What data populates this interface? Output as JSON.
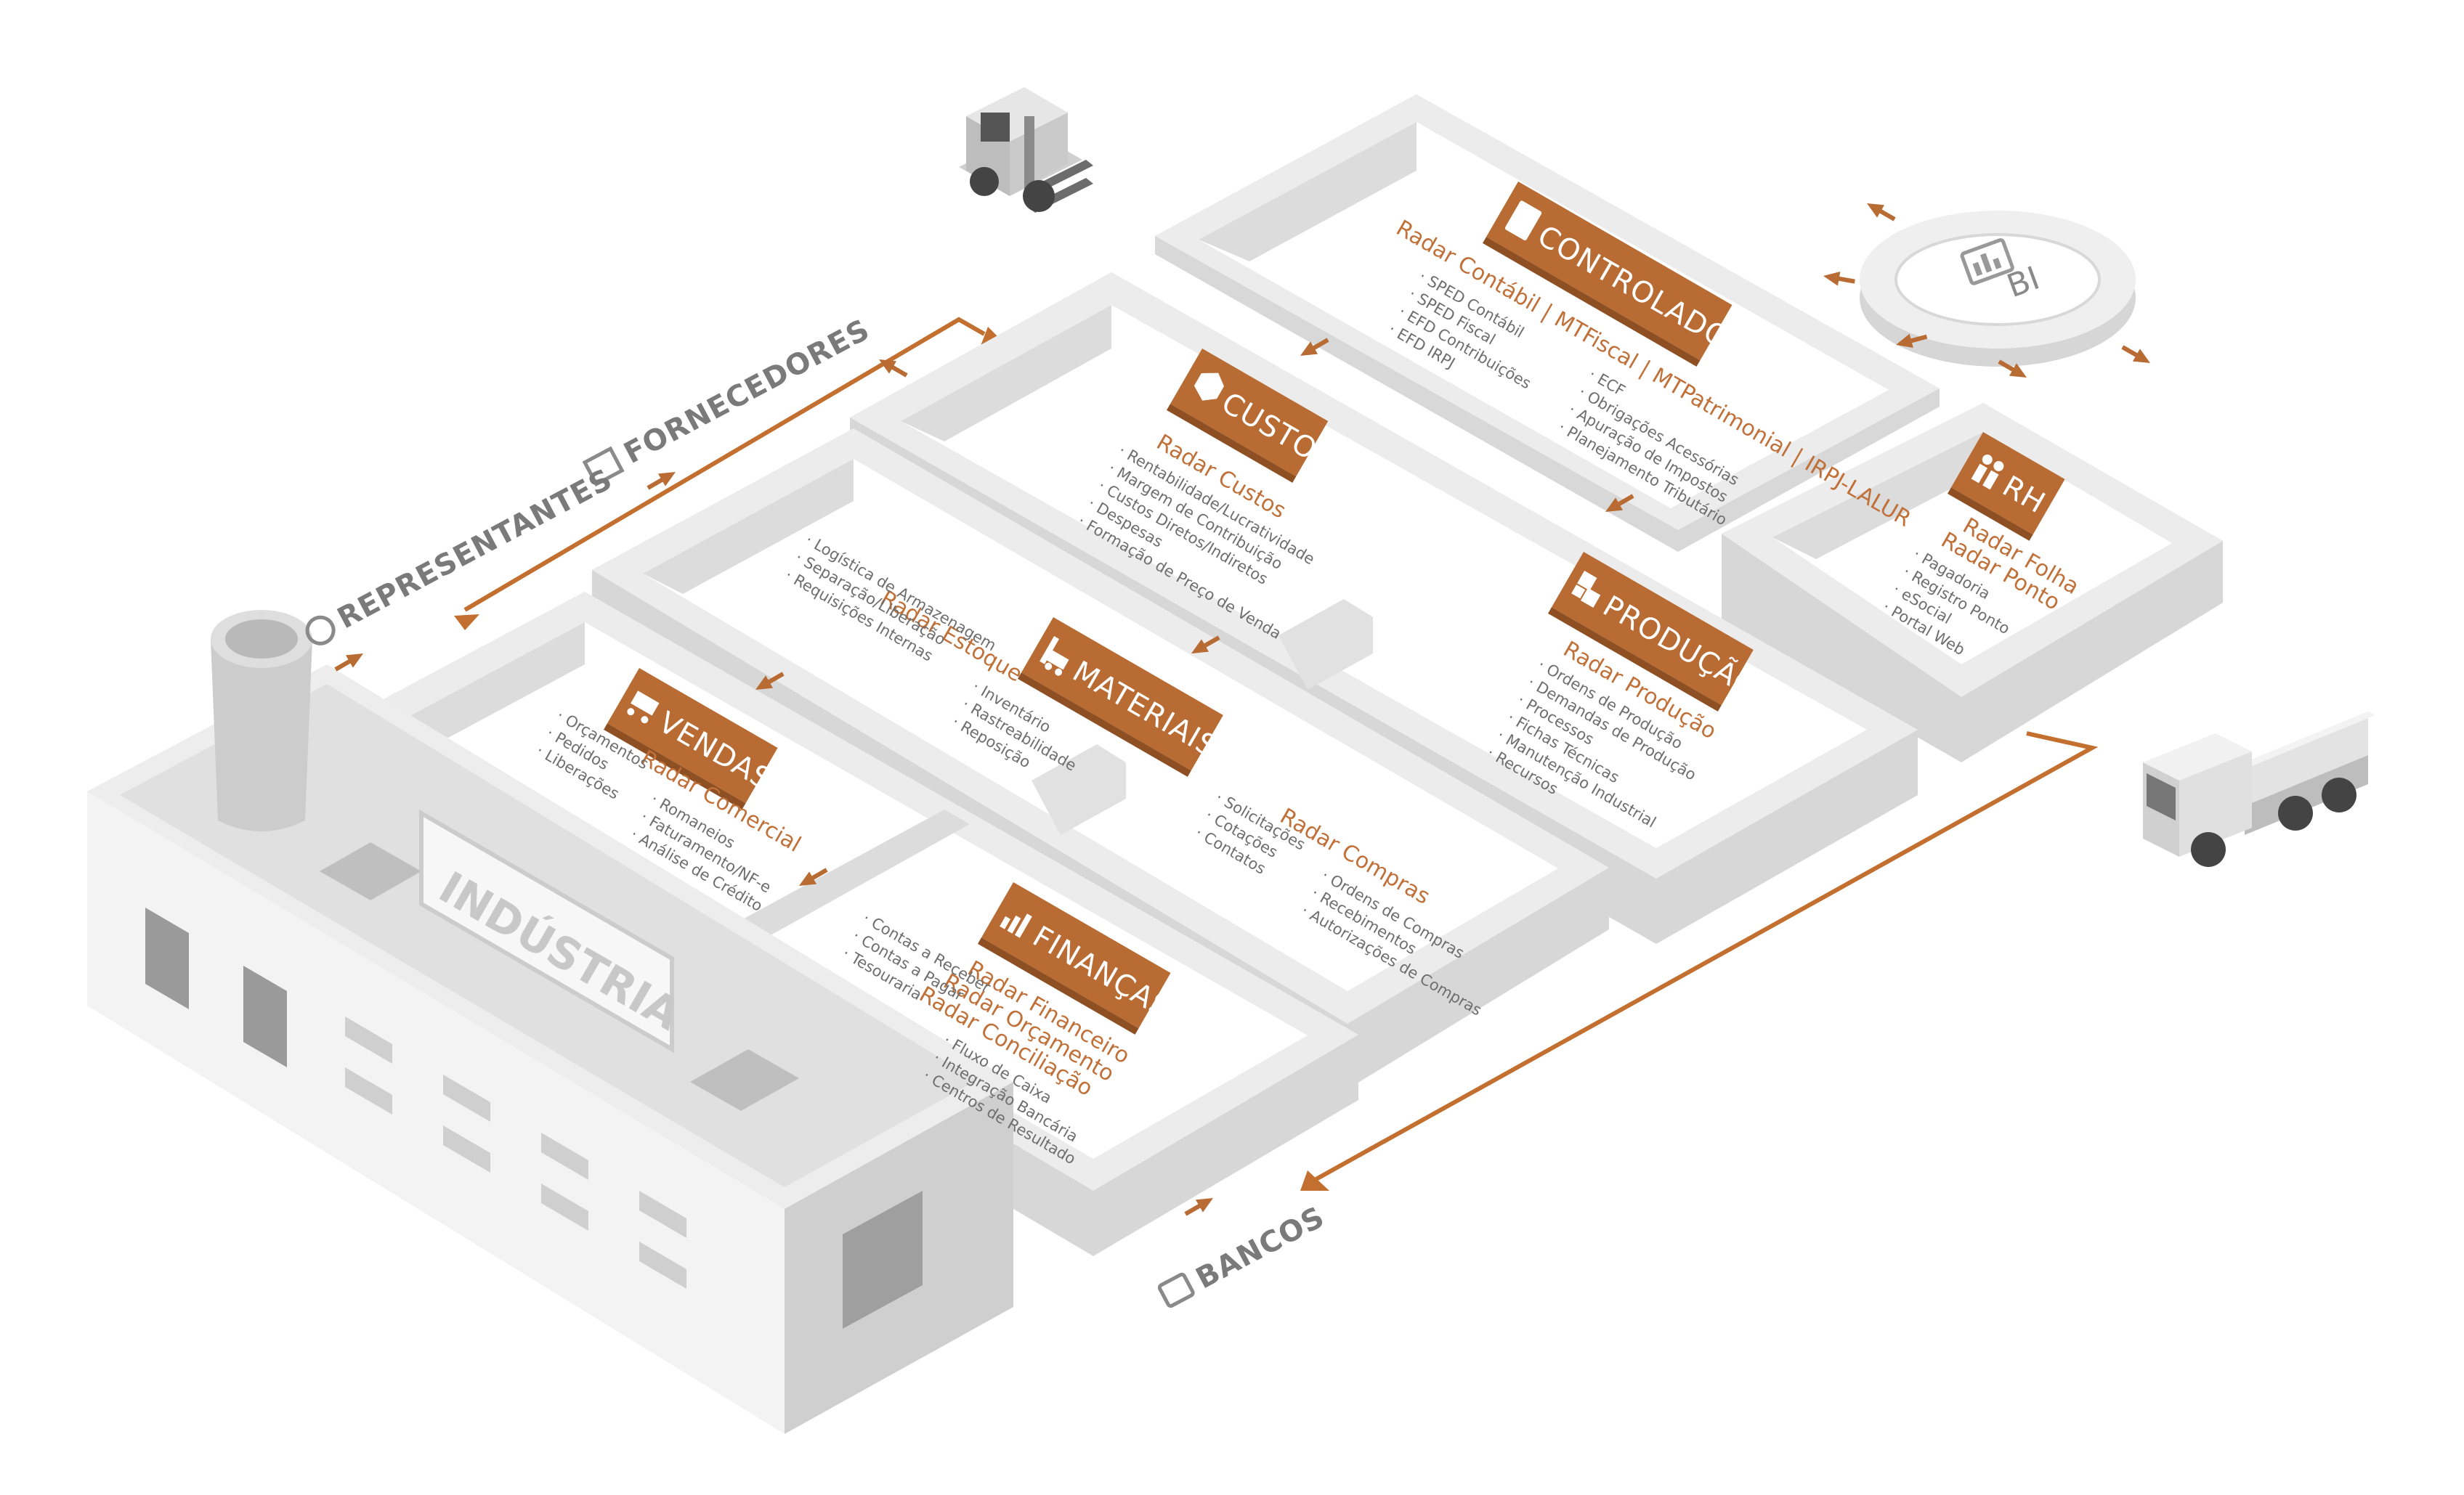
{
  "colors": {
    "accent": "#b86b32",
    "sign_dark": "#8e4f22",
    "wall_top": "#ededed",
    "wall_side": "#d7d7d7",
    "floor": "#f6f6f6"
  },
  "modules": {
    "controladoria": {
      "title": "CONTROLADORIA",
      "icon": "calculator-icon",
      "radars": [
        "Radar Contábil | MTFiscal | MTPatrimonial | IRPJ-LALUR"
      ],
      "items_left": [
        "· SPED Contábil",
        "· SPED Fiscal",
        "· EFD Contribuições",
        "· EFD IRPJ"
      ],
      "items_right": [
        "· ECF",
        "· Obrigações Acessórias",
        "· Apuração de Impostos",
        "· Planejamento Tributário"
      ]
    },
    "custos": {
      "title": "CUSTOS",
      "icon": "tag-icon",
      "radars": [
        "Radar Custos"
      ],
      "items_left": [
        "· Rentabilidade/Lucratividade",
        "· Margem de Contribuição",
        "· Custos Diretos/Indiretos",
        "· Despesas",
        "· Formação de Preço de Venda"
      ],
      "items_right": []
    },
    "rh": {
      "title": "RH",
      "icon": "people-icon",
      "radars": [
        "Radar Folha",
        "Radar Ponto"
      ],
      "items_left": [
        "· Pagadoria",
        "· Registro Ponto",
        "· eSocial",
        "· Portal Web"
      ],
      "items_right": []
    },
    "producao": {
      "title": "PRODUÇÃO",
      "icon": "boxes-icon",
      "radars": [
        "Radar Produção"
      ],
      "items_left": [
        "· Ordens de Produção",
        "· Demandas de Produção",
        "· Processos",
        "· Fichas Técnicas",
        "· Manutenção Industrial",
        "· Recursos"
      ],
      "items_right": []
    },
    "materiais": {
      "title": "MATERIAIS",
      "icon": "forklift-small-icon",
      "radars": [
        "Radar Estoque"
      ],
      "items_left": [
        "· Logística de Armazenagem",
        "· Separação/Liberação",
        "· Requisições Internas"
      ],
      "items_right": [
        "· Inventário",
        "· Rastreabilidade",
        "· Reposição"
      ]
    },
    "compras": {
      "radars": [
        "Radar Compras"
      ],
      "items_left": [
        "· Solicitações",
        "· Cotações",
        "· Contatos"
      ],
      "items_right": [
        "· Ordens de Compras",
        "· Recebimentos",
        "· Autorizações de Compras"
      ]
    },
    "vendas": {
      "title": "VENDAS",
      "icon": "cart-icon",
      "radars": [
        "Radar Comercial"
      ],
      "items_left": [
        "· Orçamentos",
        "· Pedidos",
        "· Liberações"
      ],
      "items_right": [
        "· Romaneios",
        "· Faturamento/NF-e",
        "· Análise de Crédito"
      ]
    },
    "financas": {
      "title": "FINANÇAS",
      "icon": "growth-chart-icon",
      "radars": [
        "Radar Financeiro",
        "Radar Orçamento",
        "Radar Conciliação"
      ],
      "items_left": [
        "· Contas a Receber",
        "· Contas a Pagar",
        "· Tesouraria"
      ],
      "items_right": [
        "· Fluxo de Caixa",
        "· Integração Bancária",
        "· Centros de Resultado"
      ]
    }
  },
  "external": {
    "fornecedores": "FORNECEDORES",
    "representantes": "REPRESENTANTES",
    "bancos": "BANCOS",
    "bi": "BI"
  },
  "building": {
    "billboard": "INDÚSTRIA"
  }
}
